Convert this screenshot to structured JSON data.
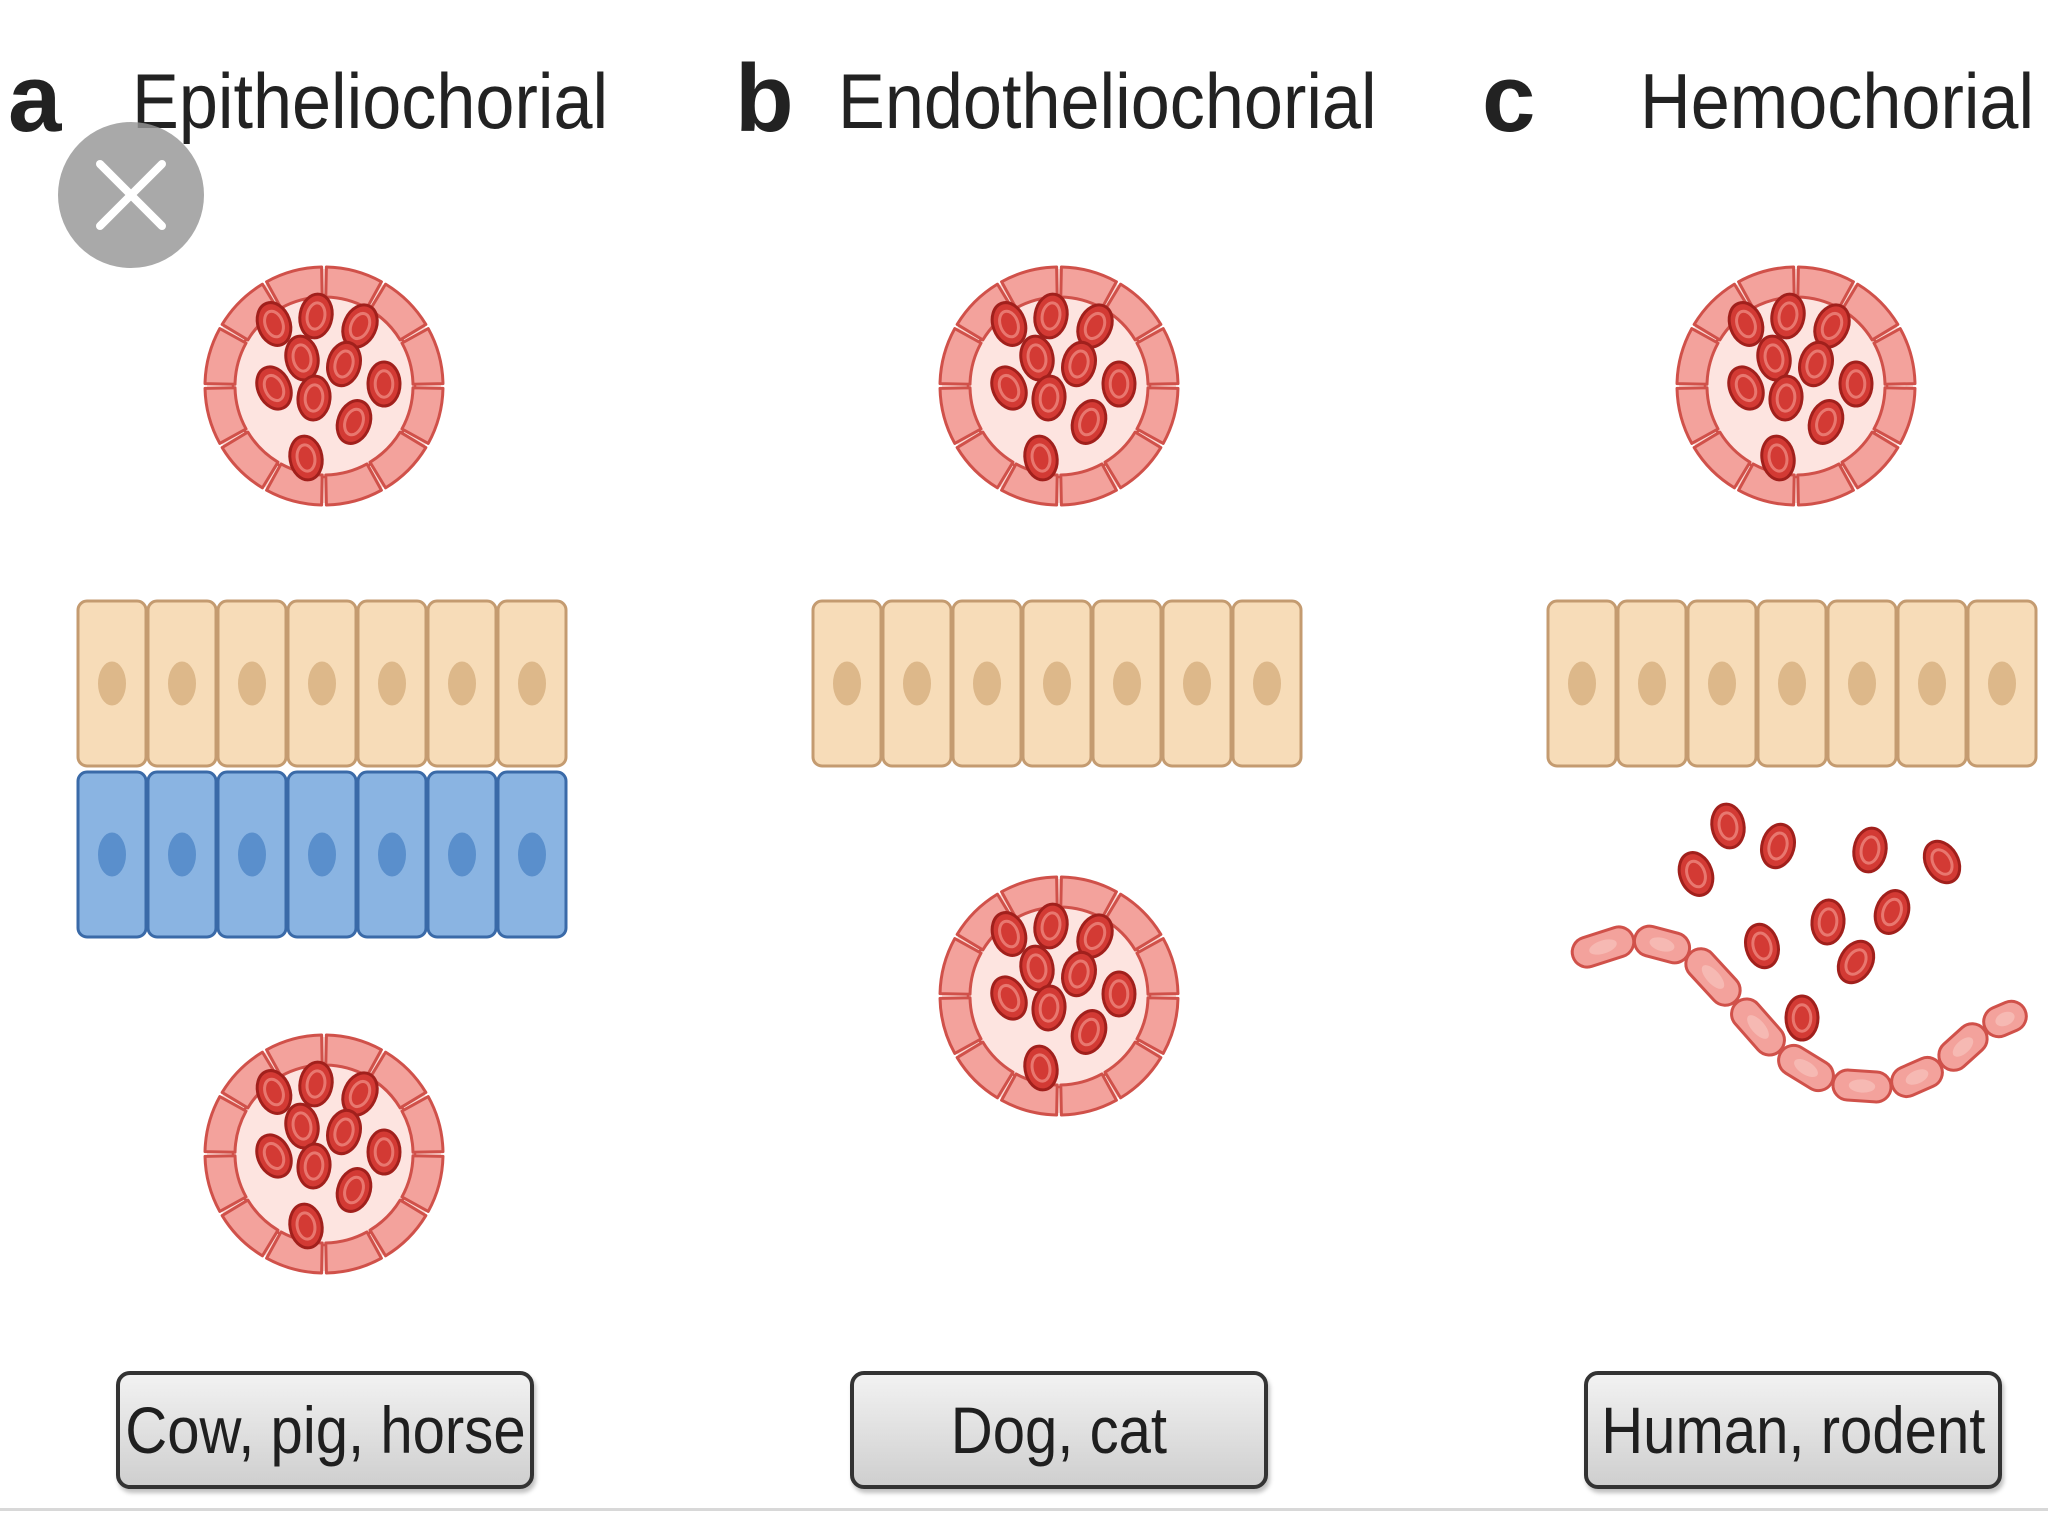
{
  "panels": [
    {
      "letter": "a",
      "title": "Epitheliochorial",
      "species": "Cow, pig, horse"
    },
    {
      "letter": "b",
      "title": "Endotheliochorial",
      "species": "Dog, cat"
    },
    {
      "letter": "c",
      "title": "Hemochorial",
      "species": "Human, rodent"
    }
  ],
  "overlay": {
    "close_icon": "close-icon"
  },
  "colors": {
    "trophoblast_fill": "#f7dcb8",
    "trophoblast_stroke": "#c49b70",
    "trophoblast_nucleus": "#ddb88a",
    "epithelium_fill": "#8ab4e2",
    "epithelium_stroke": "#3a6aa8",
    "epithelium_nucleus": "#5a8fcc",
    "endothelium_fill": "#f3a29c",
    "endothelium_stroke": "#d0514a",
    "vessel_lumen": "#fbd8d3",
    "rbc_fill": "#d33a34",
    "rbc_stroke": "#a1201c",
    "rbc_center": "#e8776f"
  }
}
